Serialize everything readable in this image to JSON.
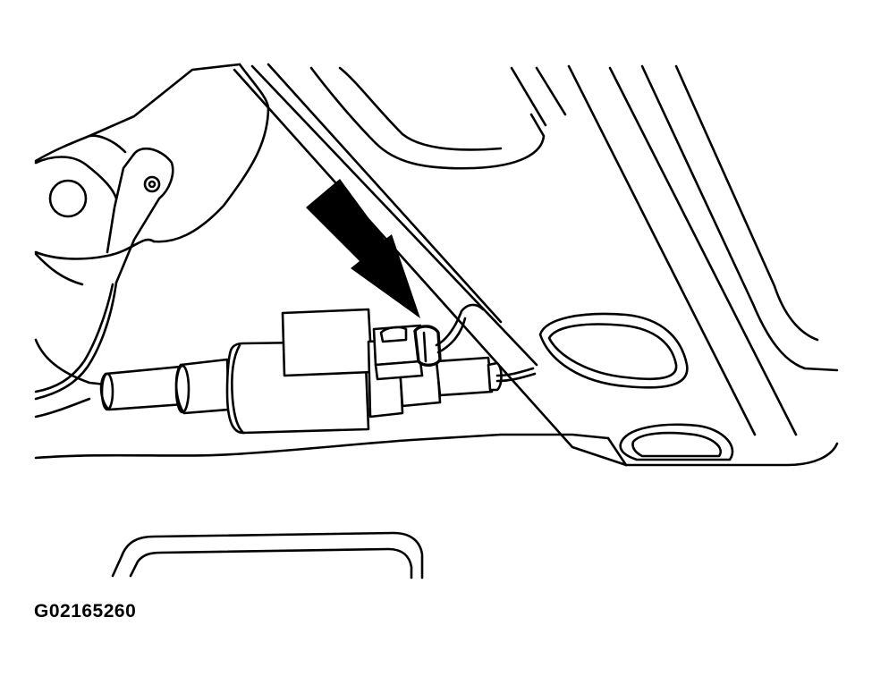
{
  "figure": {
    "id_label": "G02165260",
    "subject": "fuel-pump-electrical-connector",
    "arrow_target": "connector-locking-tab",
    "line_color": "#000000",
    "background_color": "#ffffff"
  }
}
